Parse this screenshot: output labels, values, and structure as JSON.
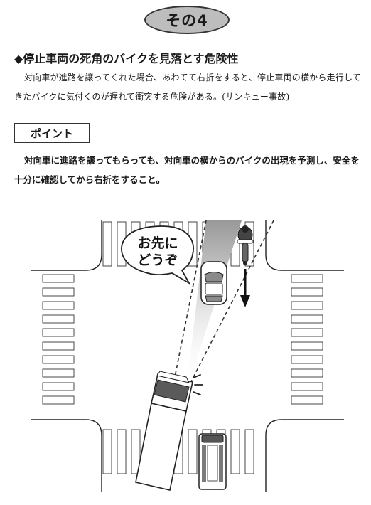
{
  "badge": "その4",
  "heading": "◆停止車両の死角のバイクを見落とす危険性",
  "description": "対向車が進路を譲ってくれた場合、あわてて右折をすると、停止車両の横から走行してきたバイクに気付くのが遅れて衝突する危険がある。(サンキュー事故)",
  "point_label": "ポイント",
  "point_text": "対向車に進路を譲ってもらっても、対向車の横からのバイクの出現を予測し、安全を十分に確認してから右折をすること。",
  "illustration": {
    "bubble_line1": "お先に",
    "bubble_line2": "どうぞ"
  }
}
